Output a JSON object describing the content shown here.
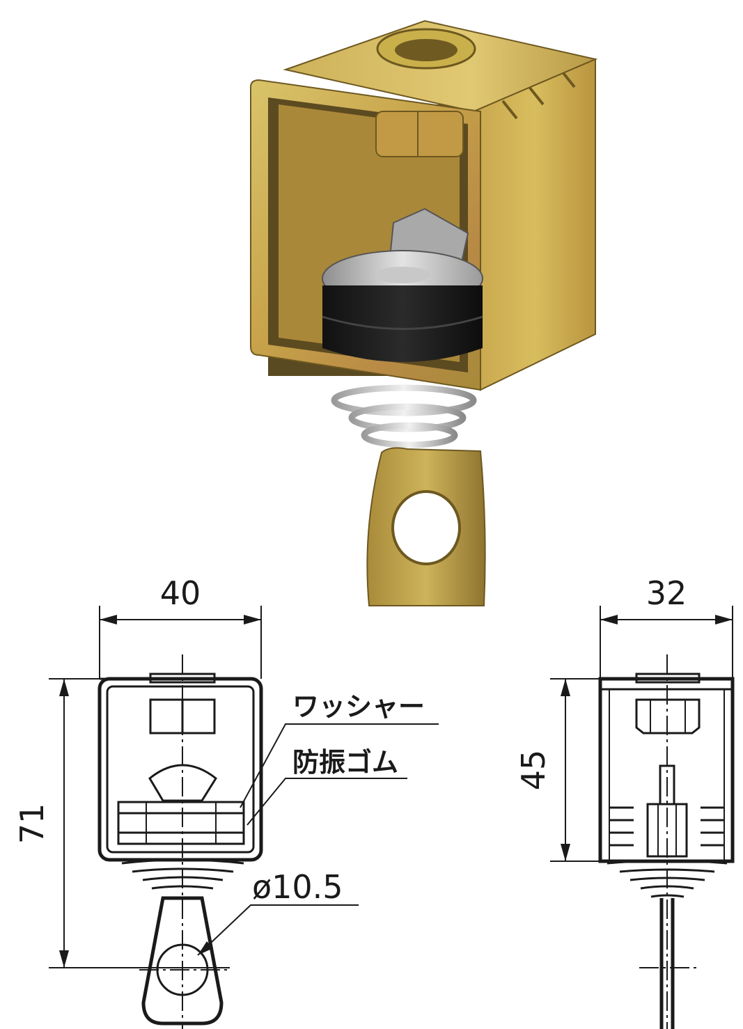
{
  "photo": {
    "description_icon": "vibration-isolation-hanger-photo"
  },
  "front_view": {
    "width_label": "40",
    "height_label": "71",
    "hole_label": "ø10.5",
    "washer_label": "ワッシャー",
    "rubber_label": "防振ゴム"
  },
  "side_view": {
    "width_label": "32",
    "height_label": "45"
  },
  "colors": {
    "metal_gold": "#c9b04a",
    "metal_dark": "#8a6f24",
    "rubber": "#1e1e1e",
    "line": "#1a1a1a"
  }
}
